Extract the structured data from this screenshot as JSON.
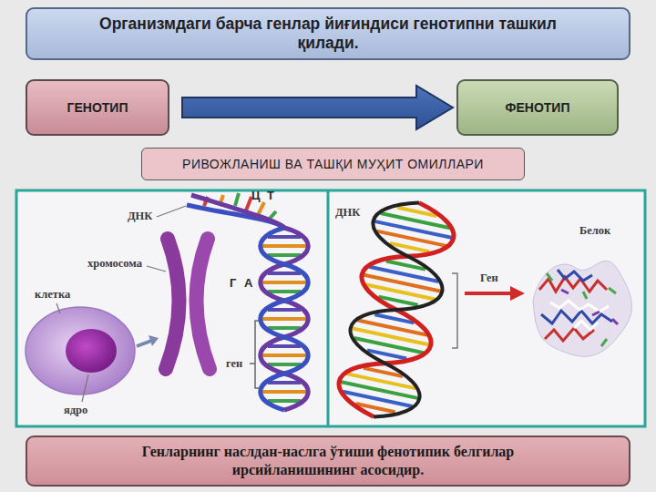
{
  "diagram": {
    "title": "Организмдаги барча генлар йиғиндиси генотипни ташкил қилади.",
    "caption": "Генларнинг наслдан-наслга ўтиши фенотипик белгилар ирсийланишининг асосидир.",
    "nodes": [
      {
        "text": [
          "ГЕНОТИП"
        ]
      },
      {
        "text": [
          "ФЕНОТИП"
        ]
      },
      {
        "text": [
          "РИВОЖЛАНИШ ВА ТАШҚИ МУҲИТ ОМИЛЛАРИ"
        ]
      }
    ],
    "edges": [
      {
        "from": 0,
        "to": 1,
        "arrow": "to"
      }
    ],
    "labels": [
      "ДНК",
      "Ц",
      "Т",
      "Г",
      "А",
      "хромосома",
      "клетка",
      "ген",
      "ядро",
      "ДНК",
      "Ген",
      "Белок"
    ]
  }
}
